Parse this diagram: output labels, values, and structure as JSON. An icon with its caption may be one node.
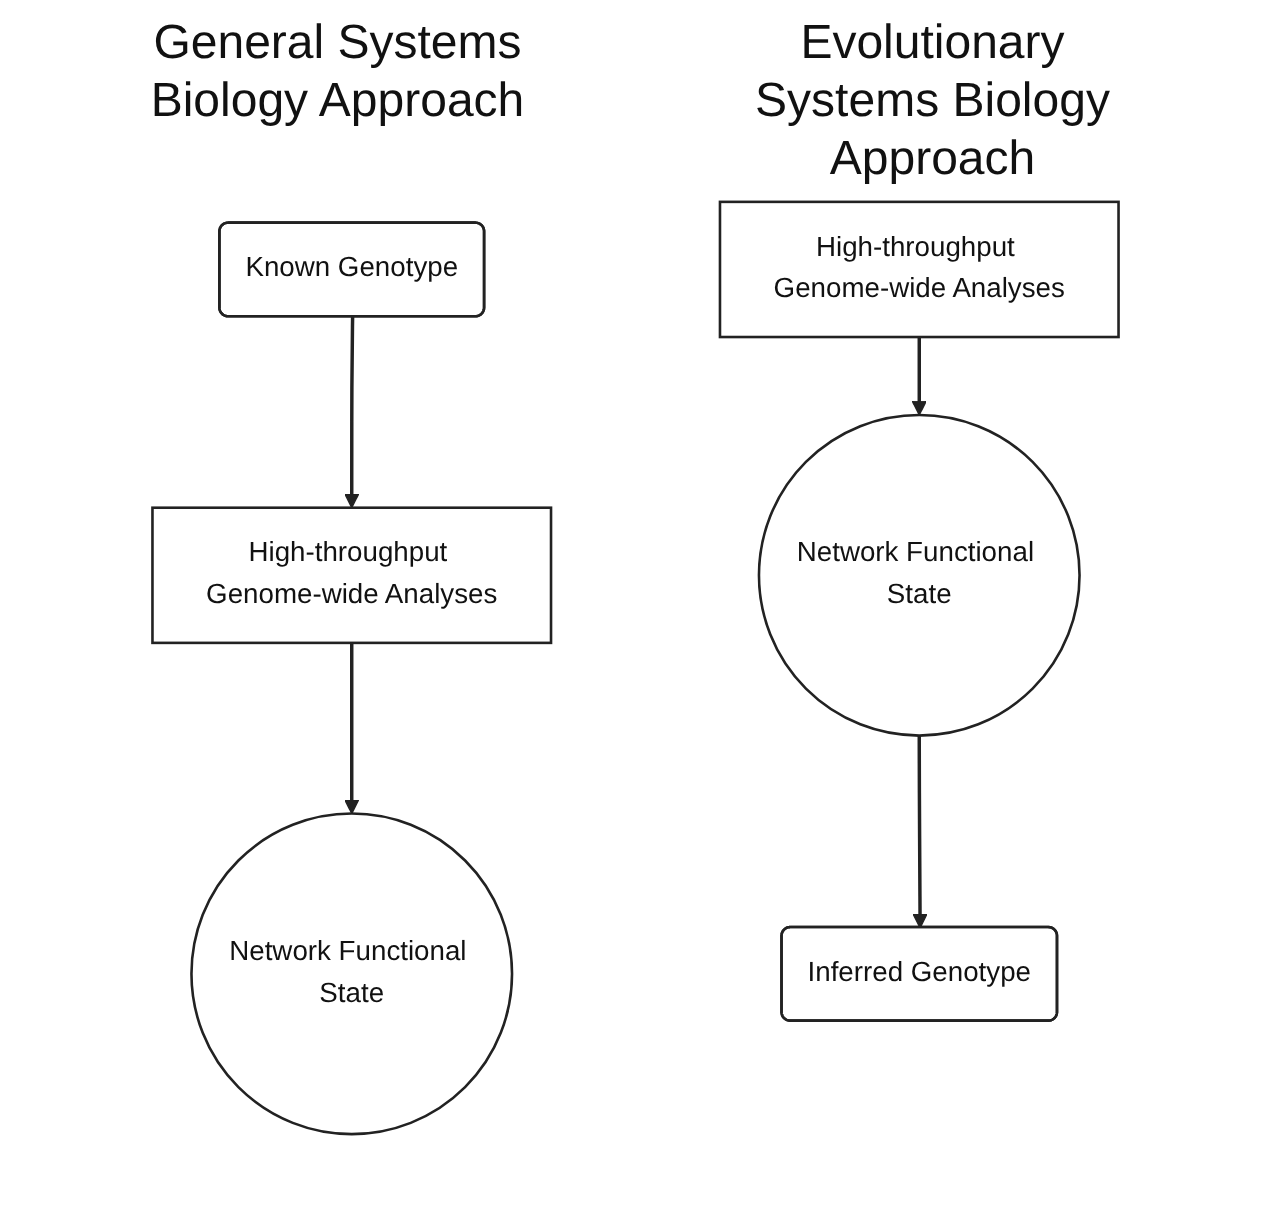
{
  "diagram": {
    "nodes": [
      {
        "text": [
          "Known Genotype"
        ]
      },
      {
        "text": [
          "High-throughput Genome-wide Analyses"
        ]
      },
      {
        "text": [
          "Network Functional State"
        ]
      },
      {
        "text": [
          "High-throughput Genome-wide Analyses"
        ]
      },
      {
        "text": [
          "Network Functional State"
        ]
      },
      {
        "text": [
          "Inferred Genotype"
        ]
      }
    ],
    "edges": [
      {
        "from": 0,
        "to": 1,
        "arrow": "to"
      },
      {
        "from": 1,
        "to": 2,
        "arrow": "to"
      },
      {
        "from": 3,
        "to": 4,
        "arrow": "to"
      },
      {
        "from": 4,
        "to": 5,
        "arrow": "to"
      }
    ],
    "labels": [
      "General Systems Biology Approach",
      "Evolutionary Systems Biology Approach"
    ]
  }
}
